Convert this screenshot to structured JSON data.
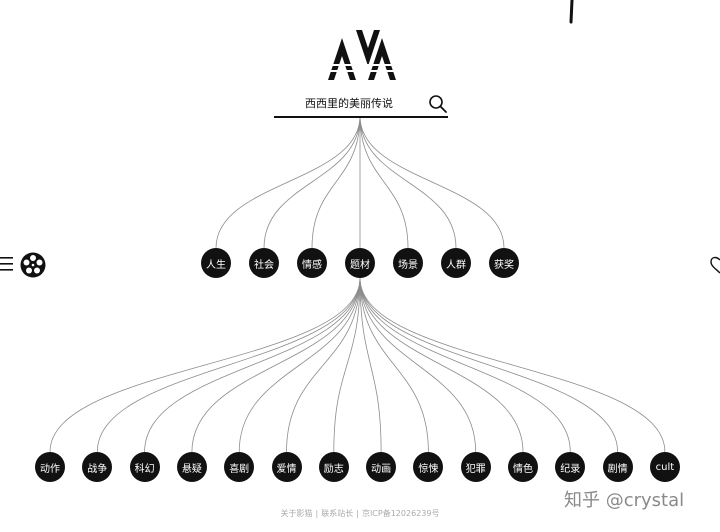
{
  "search": {
    "value": "西西里的美丽传说"
  },
  "root": "题材",
  "categories": [
    "人生",
    "社会",
    "情感",
    "题材",
    "场景",
    "人群",
    "获奖"
  ],
  "genres": [
    "动作",
    "战争",
    "科幻",
    "悬疑",
    "喜剧",
    "爱情",
    "励志",
    "动画",
    "惊悚",
    "犯罪",
    "情色",
    "纪录",
    "剧情",
    "cult"
  ],
  "footer": {
    "about": "关于影猫",
    "contact": "联系站长",
    "icp": "京ICP备12026239号"
  },
  "watermark": "知乎 @crystal",
  "icons": [
    "logo",
    "search-icon",
    "menu-icon",
    "film-reel-icon",
    "heart-icon"
  ],
  "colors": {
    "node": "#111111",
    "link": "#8c8c8c",
    "footer": "#aaaaaa"
  }
}
